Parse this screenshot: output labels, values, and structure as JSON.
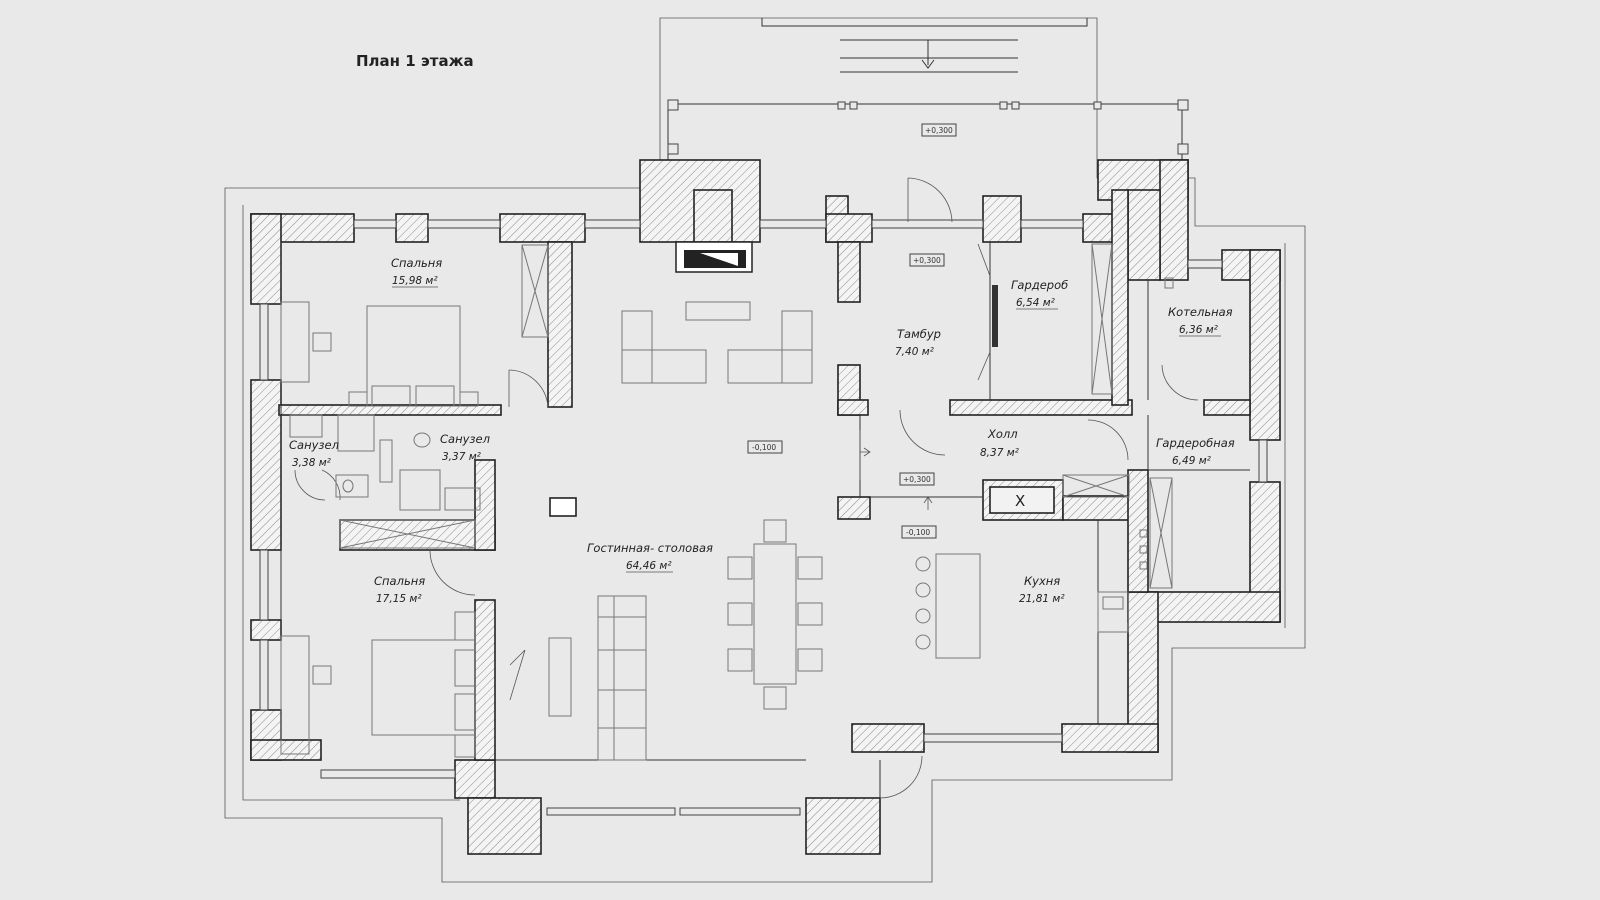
{
  "title": "План 1 этажа",
  "rooms": {
    "bedroom1": {
      "name": "Спальня",
      "area": "15,98 м²"
    },
    "bath1": {
      "name": "Санузел",
      "area": "3,38 м²"
    },
    "bath2": {
      "name": "Санузел",
      "area": "3,37 м²"
    },
    "bedroom2": {
      "name": "Спальня",
      "area": "17,15 м²"
    },
    "living": {
      "name": "Гостинная- столовая",
      "area": "64,46 м²"
    },
    "vestibule": {
      "name": "Тамбур",
      "area": "7,40 м²"
    },
    "wardrobe": {
      "name": "Гардероб",
      "area": "6,54 м²"
    },
    "boiler": {
      "name": "Котельная",
      "area": "6,36 м²"
    },
    "hall": {
      "name": "Холл",
      "area": "8,37 м²"
    },
    "dressing": {
      "name": "Гардеробная",
      "area": "6,49 м²"
    },
    "kitchen": {
      "name": "Кухня",
      "area": "21,81 м²"
    }
  },
  "levels": {
    "terrace": "+0,300",
    "vestibule": "+0,300",
    "living": "-0,100",
    "hall": "+0,300",
    "kitchen": "-0,100"
  },
  "kitchen_mark": "X"
}
